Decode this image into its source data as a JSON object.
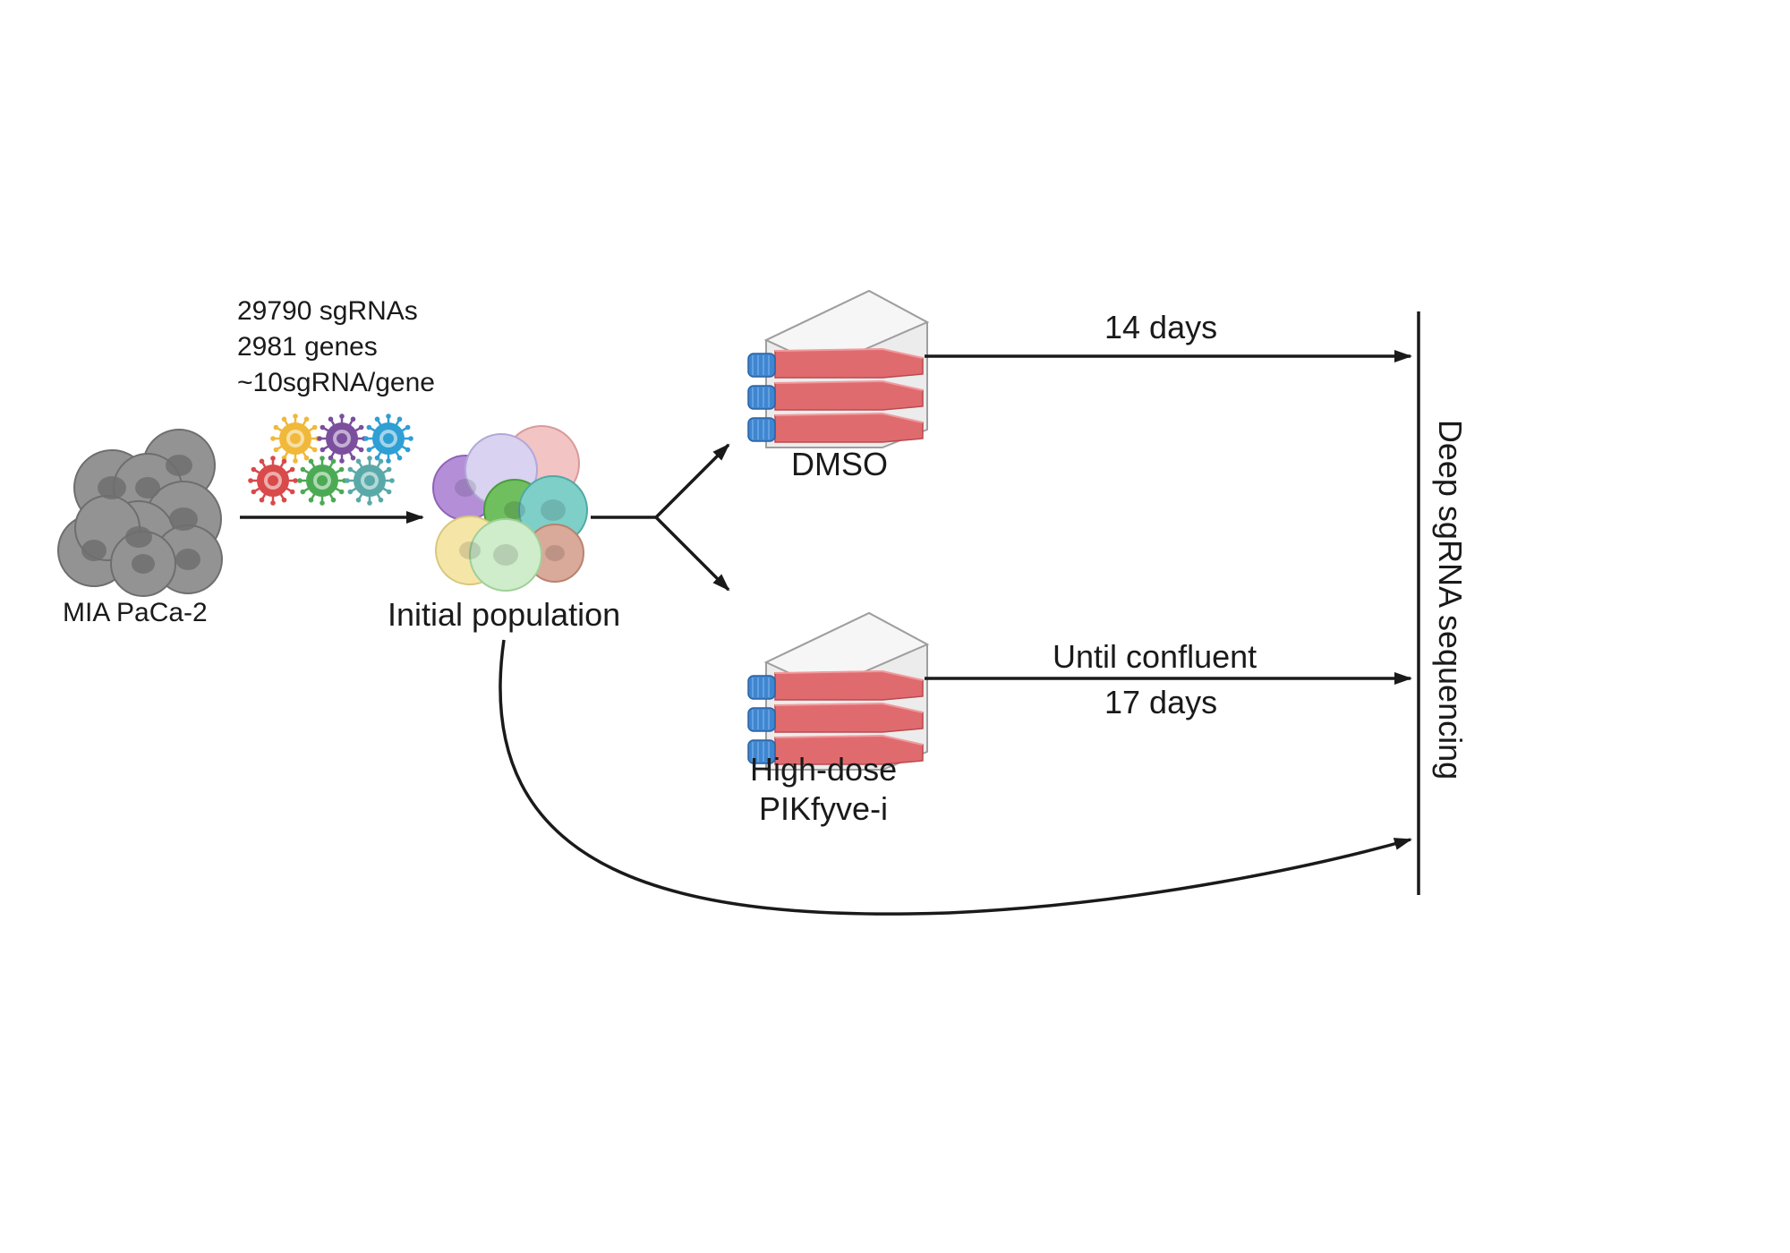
{
  "library": {
    "line1": "29790 sgRNAs",
    "line2": "2981 genes",
    "line3": "~10sgRNA/gene"
  },
  "cell_line": "MIA PaCa-2",
  "initial_population": "Initial population",
  "conditions": {
    "dmso": {
      "label": "DMSO",
      "duration": "14 days"
    },
    "pikfyve": {
      "label_line1": "High-dose",
      "label_line2": "PIKfyve-i",
      "duration_line1": "Until confluent",
      "duration_line2": "17 days"
    }
  },
  "endpoint": "Deep sgRNA sequencing",
  "colors": {
    "arrow": "#1a1a1a",
    "cell_gray": "#8a8a8a",
    "flask_red": "#e06b6f",
    "flask_cap": "#3f86d1",
    "virus": [
      "#f0b93a",
      "#7b4f9e",
      "#2f9fd4",
      "#d94a4a",
      "#4caa55",
      "#5aa9a9"
    ],
    "population": [
      "#b48fd8",
      "#d9d2f0",
      "#f2c4c4",
      "#6fbf5f",
      "#7fcfc9",
      "#f5e6a8",
      "#cfeccb",
      "#d9a99a"
    ]
  }
}
